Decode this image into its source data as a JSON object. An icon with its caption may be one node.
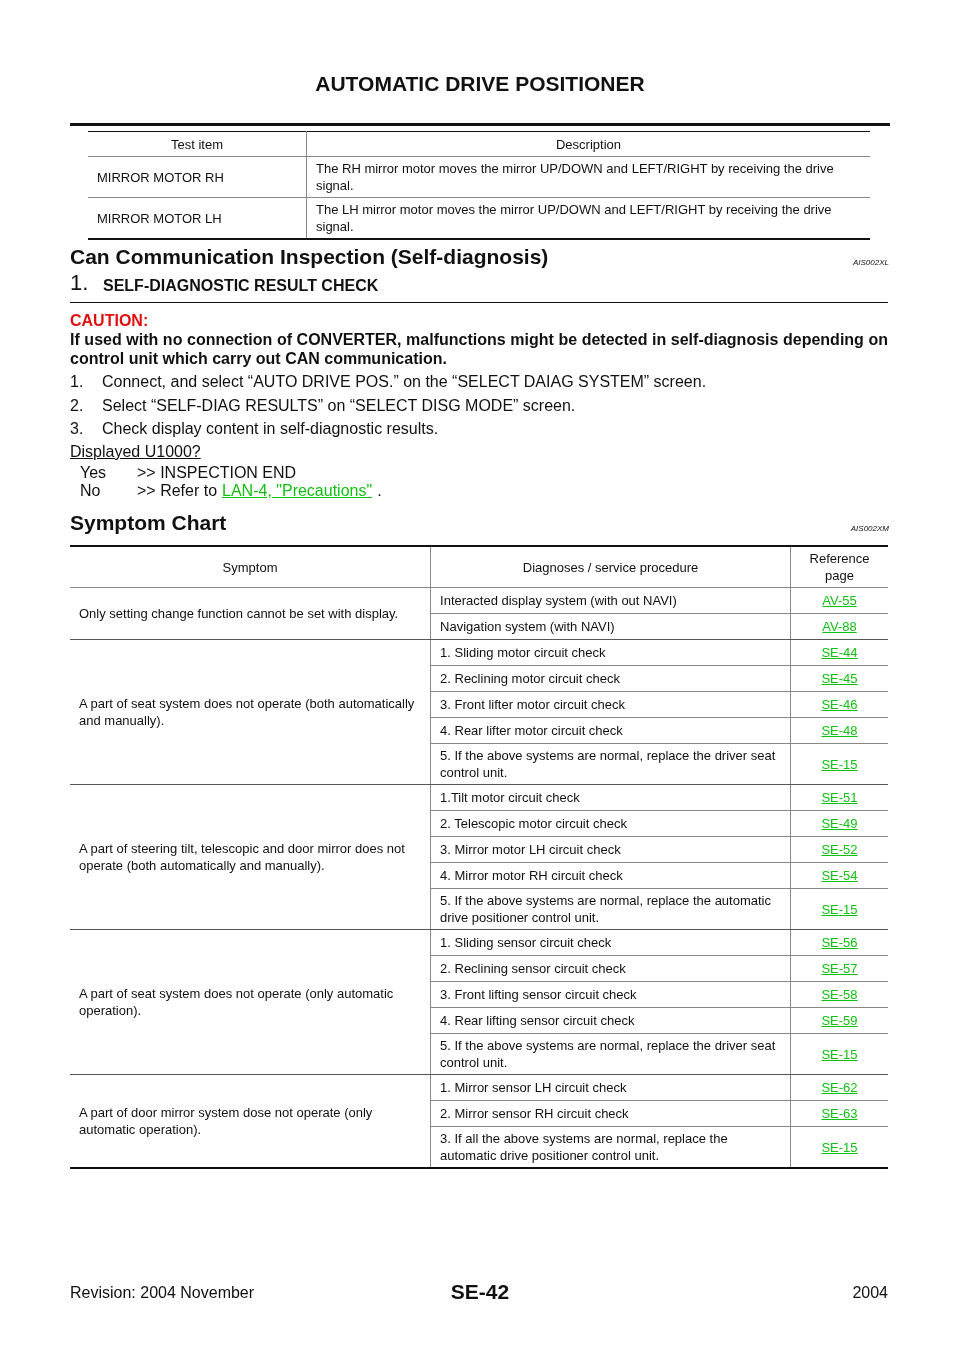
{
  "diagram": {
    "title": "AUTOMATIC DRIVE POSITIONER",
    "labels": [
      "Test item",
      "Description",
      "MIRROR MOTOR RH",
      "The RH mirror motor moves the mirror UP/DOWN and LEFT/RIGHT by receiving the drive signal.",
      "MIRROR MOTOR LH",
      "The LH mirror motor moves the mirror UP/DOWN and LEFT/RIGHT by receiving the drive signal.",
      "Can Communication Inspection (Self-diagnosis)",
      "AIS002XL",
      "1.",
      "SELF-DIAGNOSTIC RESULT CHECK",
      "CAUTION:",
      "If used with no connection of CONVERTER, malfunctions might be detected in self-diagnosis depending on control unit which carry out CAN communication.",
      "1.",
      "Connect, and select “AUTO DRIVE POS.” on the “SELECT DAIAG SYSTEM” screen.",
      "2.",
      "Select “SELF-DIAG RESULTS” on “SELECT DISG MODE” screen.",
      "3.",
      "Check display content in self-diagnostic results.",
      "Displayed U1000?",
      "Yes",
      ">> INSPECTION END",
      "No",
      ">> Refer to",
      "LAN-4, \"Precautions\"",
      ".",
      "Symptom Chart",
      "AIS002XM",
      "Symptom",
      "Diagnoses / service procedure",
      "Reference page",
      "Only setting change function cannot be set with display.",
      "Interacted display system (with out NAVI)",
      "AV-55",
      "Navigation system (with NAVI)",
      "AV-88",
      "A part of seat system does not operate (both automatically and manually).",
      "1. Sliding motor circuit check",
      "SE-44",
      "2. Reclining motor circuit check",
      "SE-45",
      "3. Front lifter motor circuit check",
      "SE-46",
      "4. Rear lifter motor circuit check",
      "SE-48",
      "5. If the above systems are normal, replace the driver seat control unit.",
      "SE-15",
      "A part of steering tilt, telescopic and door mirror does not operate (both automatically and manually).",
      "1.Tilt motor circuit check",
      "SE-51",
      "2. Telescopic motor circuit check",
      "SE-49",
      "3. Mirror motor LH circuit check",
      "SE-52",
      "4. Mirror motor RH circuit check",
      "SE-54",
      "5. If the above systems are normal, replace the automatic drive positioner control unit.",
      "SE-15",
      "A part of seat system does not operate (only automatic operation).",
      "1. Sliding sensor circuit check",
      "SE-56",
      "2. Reclining sensor circuit check",
      "SE-57",
      "3. Front lifting sensor circuit check",
      "SE-58",
      "4. Rear lifting sensor circuit check",
      "SE-59",
      "5. If the above systems are normal, replace the driver seat control unit.",
      "SE-15",
      "A part of door mirror system dose not operate (only automatic operation).",
      "1. Mirror sensor LH circuit check",
      "SE-62",
      "2. Mirror sensor RH circuit check",
      "SE-63",
      "3. If all the above systems are normal, replace the automatic drive positioner control unit.",
      "SE-15",
      "Revision: 2004 November",
      "SE-42",
      "2004"
    ]
  }
}
